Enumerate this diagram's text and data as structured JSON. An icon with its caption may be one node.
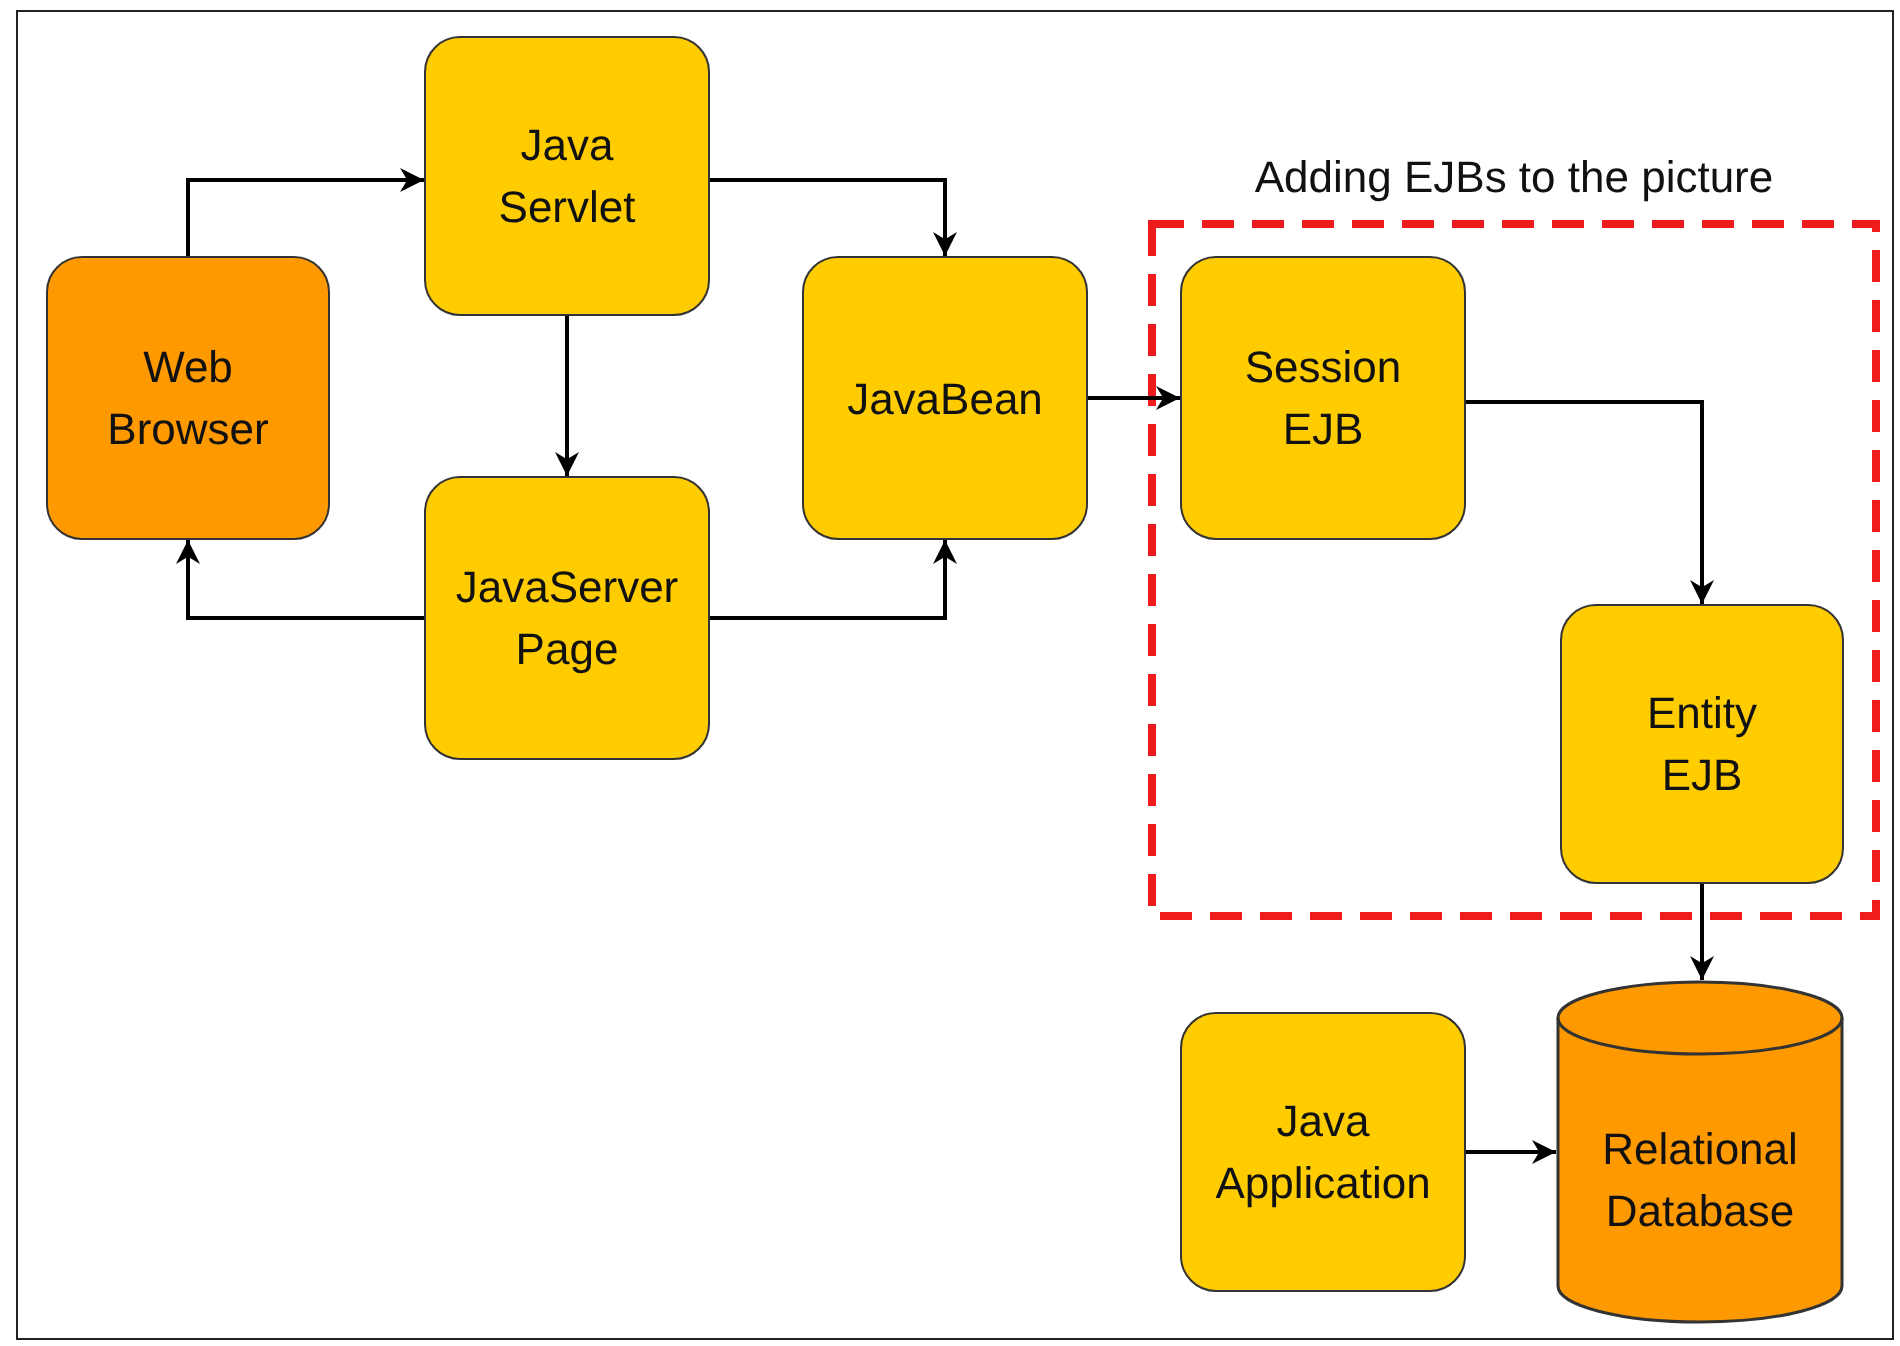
{
  "diagram": {
    "nodes": [
      {
        "text": [
          "Java Servlet"
        ]
      },
      {
        "text": [
          "Web Browser"
        ]
      },
      {
        "text": [
          "JavaBean"
        ]
      },
      {
        "text": [
          "JavaServer Page"
        ]
      },
      {
        "text": [
          "Adding EJBs to the picture"
        ]
      },
      {
        "text": [
          "Session EJB"
        ],
        "in": 4
      },
      {
        "text": [
          "Entity EJB"
        ],
        "in": 4
      },
      {
        "text": [
          "Java Application"
        ]
      },
      {
        "text": [
          "Relational Database"
        ]
      }
    ],
    "edges": [
      {
        "from": 1,
        "to": 0,
        "arrow": "to"
      },
      {
        "from": 0,
        "to": 2,
        "arrow": "to"
      },
      {
        "from": 0,
        "to": 3,
        "arrow": "to"
      },
      {
        "from": 3,
        "to": 1,
        "arrow": "to"
      },
      {
        "from": 3,
        "to": 2,
        "arrow": "to"
      },
      {
        "from": 2,
        "to": 5,
        "arrow": "to"
      },
      {
        "from": 5,
        "to": 6,
        "arrow": "to"
      },
      {
        "from": 6,
        "to": 8,
        "arrow": "to"
      },
      {
        "from": 7,
        "to": 8,
        "arrow": "to"
      }
    ]
  }
}
